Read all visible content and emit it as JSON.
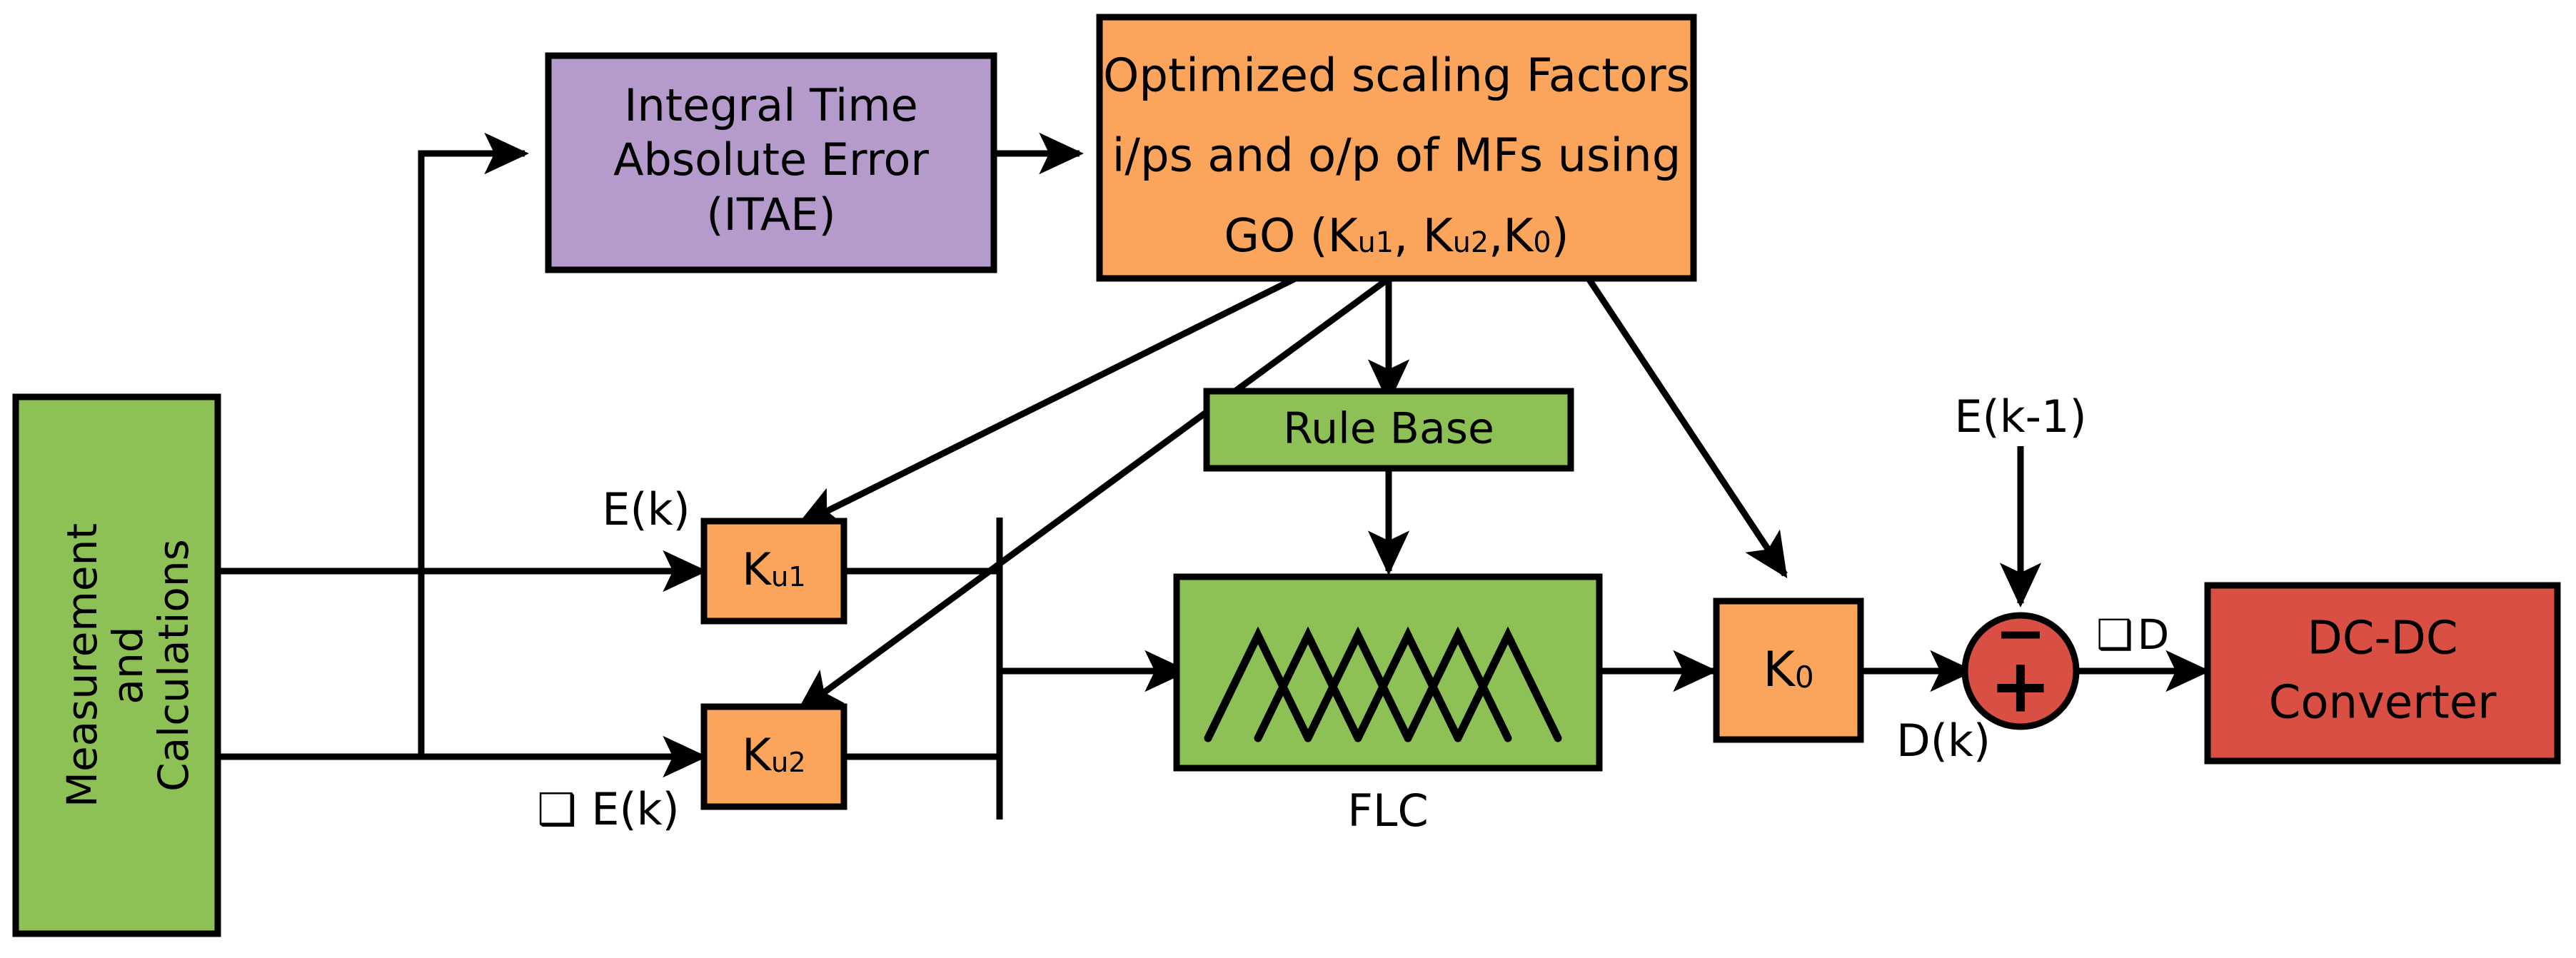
{
  "diagram": {
    "title": "Fuzzy logic controller block diagram with GO-optimized scaling factors",
    "colors": {
      "green": "#8DC055",
      "orange": "#FBA55C",
      "purple": "#B49BCC",
      "red": "#D94F43",
      "line": "#000000",
      "background": "#FFFFFF"
    },
    "blocks": {
      "measurement": {
        "label_line1": "Measurement",
        "label_line2": "and",
        "label_line3": "Calculations",
        "color": "#8DC055"
      },
      "itae": {
        "label_line1": "Integral Time",
        "label_line2": "Absolute Error",
        "label_line3": "(ITAE)",
        "color": "#B49BCC"
      },
      "optimized": {
        "label_line1": "Optimized scaling Factors",
        "label_line2": "i/ps and o/p of MFs using",
        "label_line3_prefix": "GO (K",
        "label_line3_sub1": "u1",
        "label_line3_mid": ",  K",
        "label_line3_sub2": "u2",
        "label_line3_mid2": ",K",
        "label_line3_sub3": "0",
        "label_line3_suffix": ")",
        "color": "#FBA55C"
      },
      "rule_base": {
        "label": "Rule Base",
        "color": "#8DC055"
      },
      "flc": {
        "caption": "FLC",
        "color": "#8DC055"
      },
      "ku1": {
        "label_main": "K",
        "label_sub": "u1",
        "color": "#FBA55C"
      },
      "ku2": {
        "label_main": "K",
        "label_sub": "u2",
        "color": "#FBA55C"
      },
      "k0": {
        "label_main": "K",
        "label_sub": "0",
        "color": "#FBA55C"
      },
      "summing_junction": {
        "top_sign": "−",
        "center_sign": "+",
        "color": "#D94F43"
      },
      "dcdc": {
        "label_line1": "DC-DC",
        "label_line2": "Converter",
        "color": "#D94F43"
      }
    },
    "signal_labels": {
      "ek": "E(k)",
      "delta_ek_glyph": "❑",
      "delta_ek_text": "E(k)",
      "ek_minus_1": "E(k-1)",
      "dk": "D(k)",
      "delta_d_glyph": "❑",
      "delta_d_text": "D"
    }
  }
}
